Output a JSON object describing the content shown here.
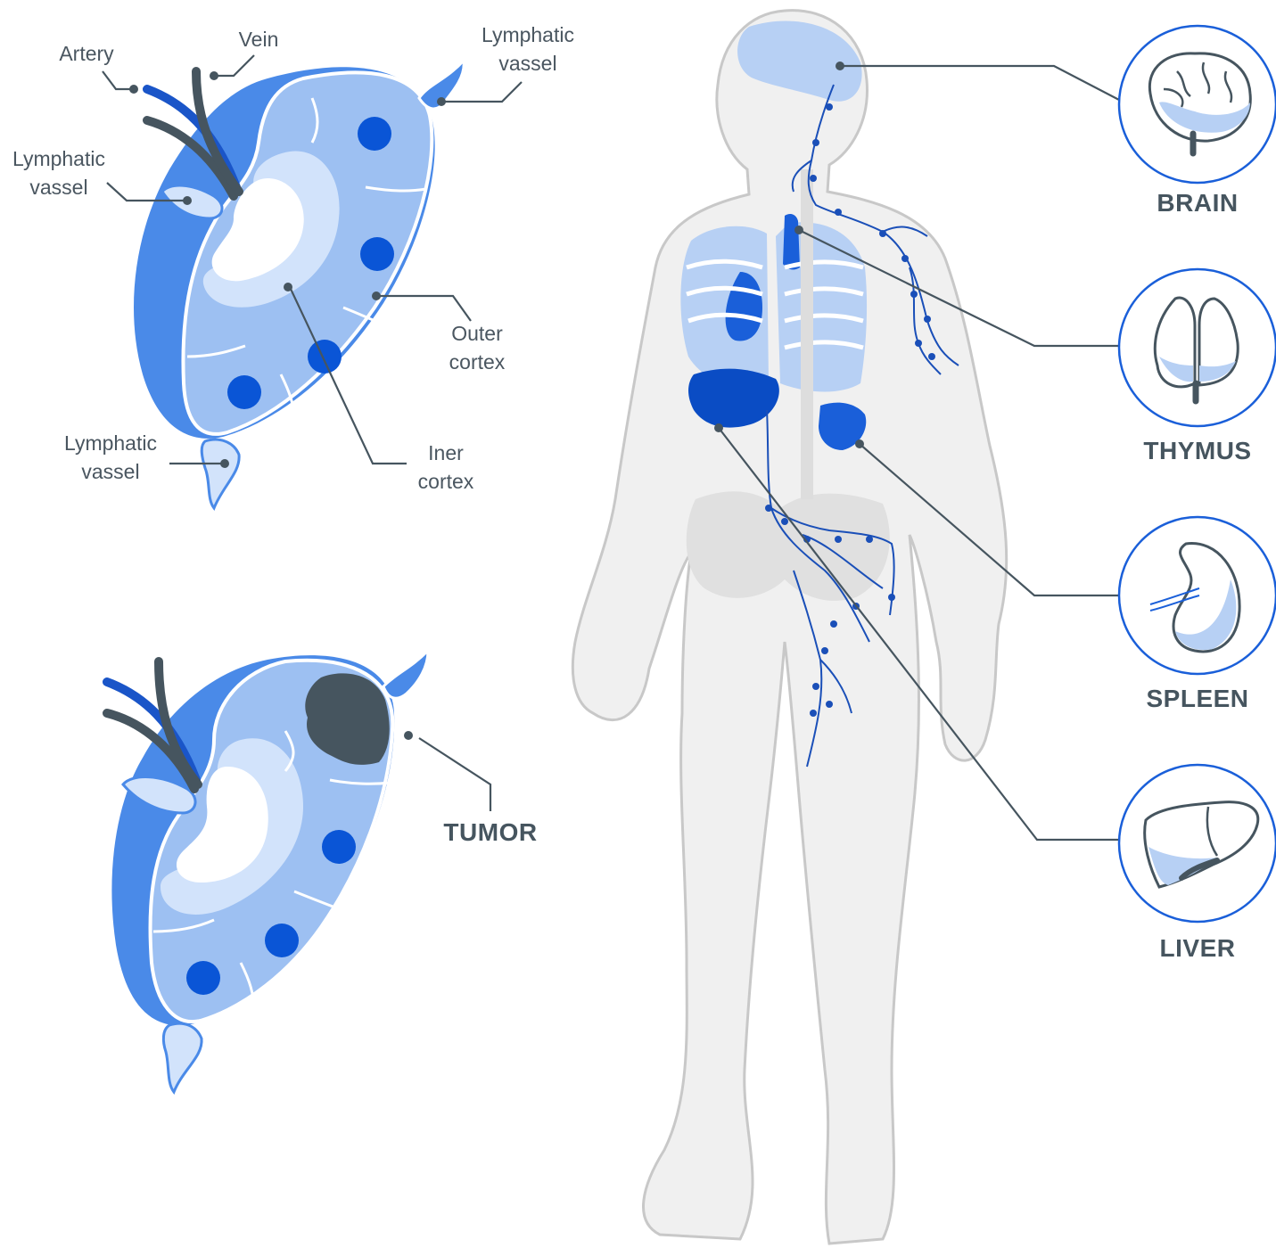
{
  "node_labels": {
    "artery": "Artery",
    "vein": "Vein",
    "lymph_top_right": [
      "Lymphatic",
      "vassel"
    ],
    "lymph_left": [
      "Lymphatic",
      "vassel"
    ],
    "lymph_bottom": [
      "Lymphatic",
      "vassel"
    ],
    "outer_cortex": [
      "Outer",
      "cortex"
    ],
    "inner_cortex": [
      "Iner",
      "cortex"
    ]
  },
  "tumor_label": "TUMOR",
  "organs": [
    {
      "id": "brain",
      "label": "BRAIN",
      "icon": "brain-icon"
    },
    {
      "id": "thymus",
      "label": "THYMUS",
      "icon": "thymus-icon"
    },
    {
      "id": "spleen",
      "label": "SPLEEN",
      "icon": "spleen-icon"
    },
    {
      "id": "liver",
      "label": "LIVER",
      "icon": "liver-icon"
    }
  ],
  "colors": {
    "dark_blue": "#0a55d6",
    "mid_blue": "#4a8ae8",
    "light_blue": "#9dc0f2",
    "pale_blue": "#d2e3fb",
    "slate": "#46555f",
    "body_gray": "#f0f0f0"
  }
}
